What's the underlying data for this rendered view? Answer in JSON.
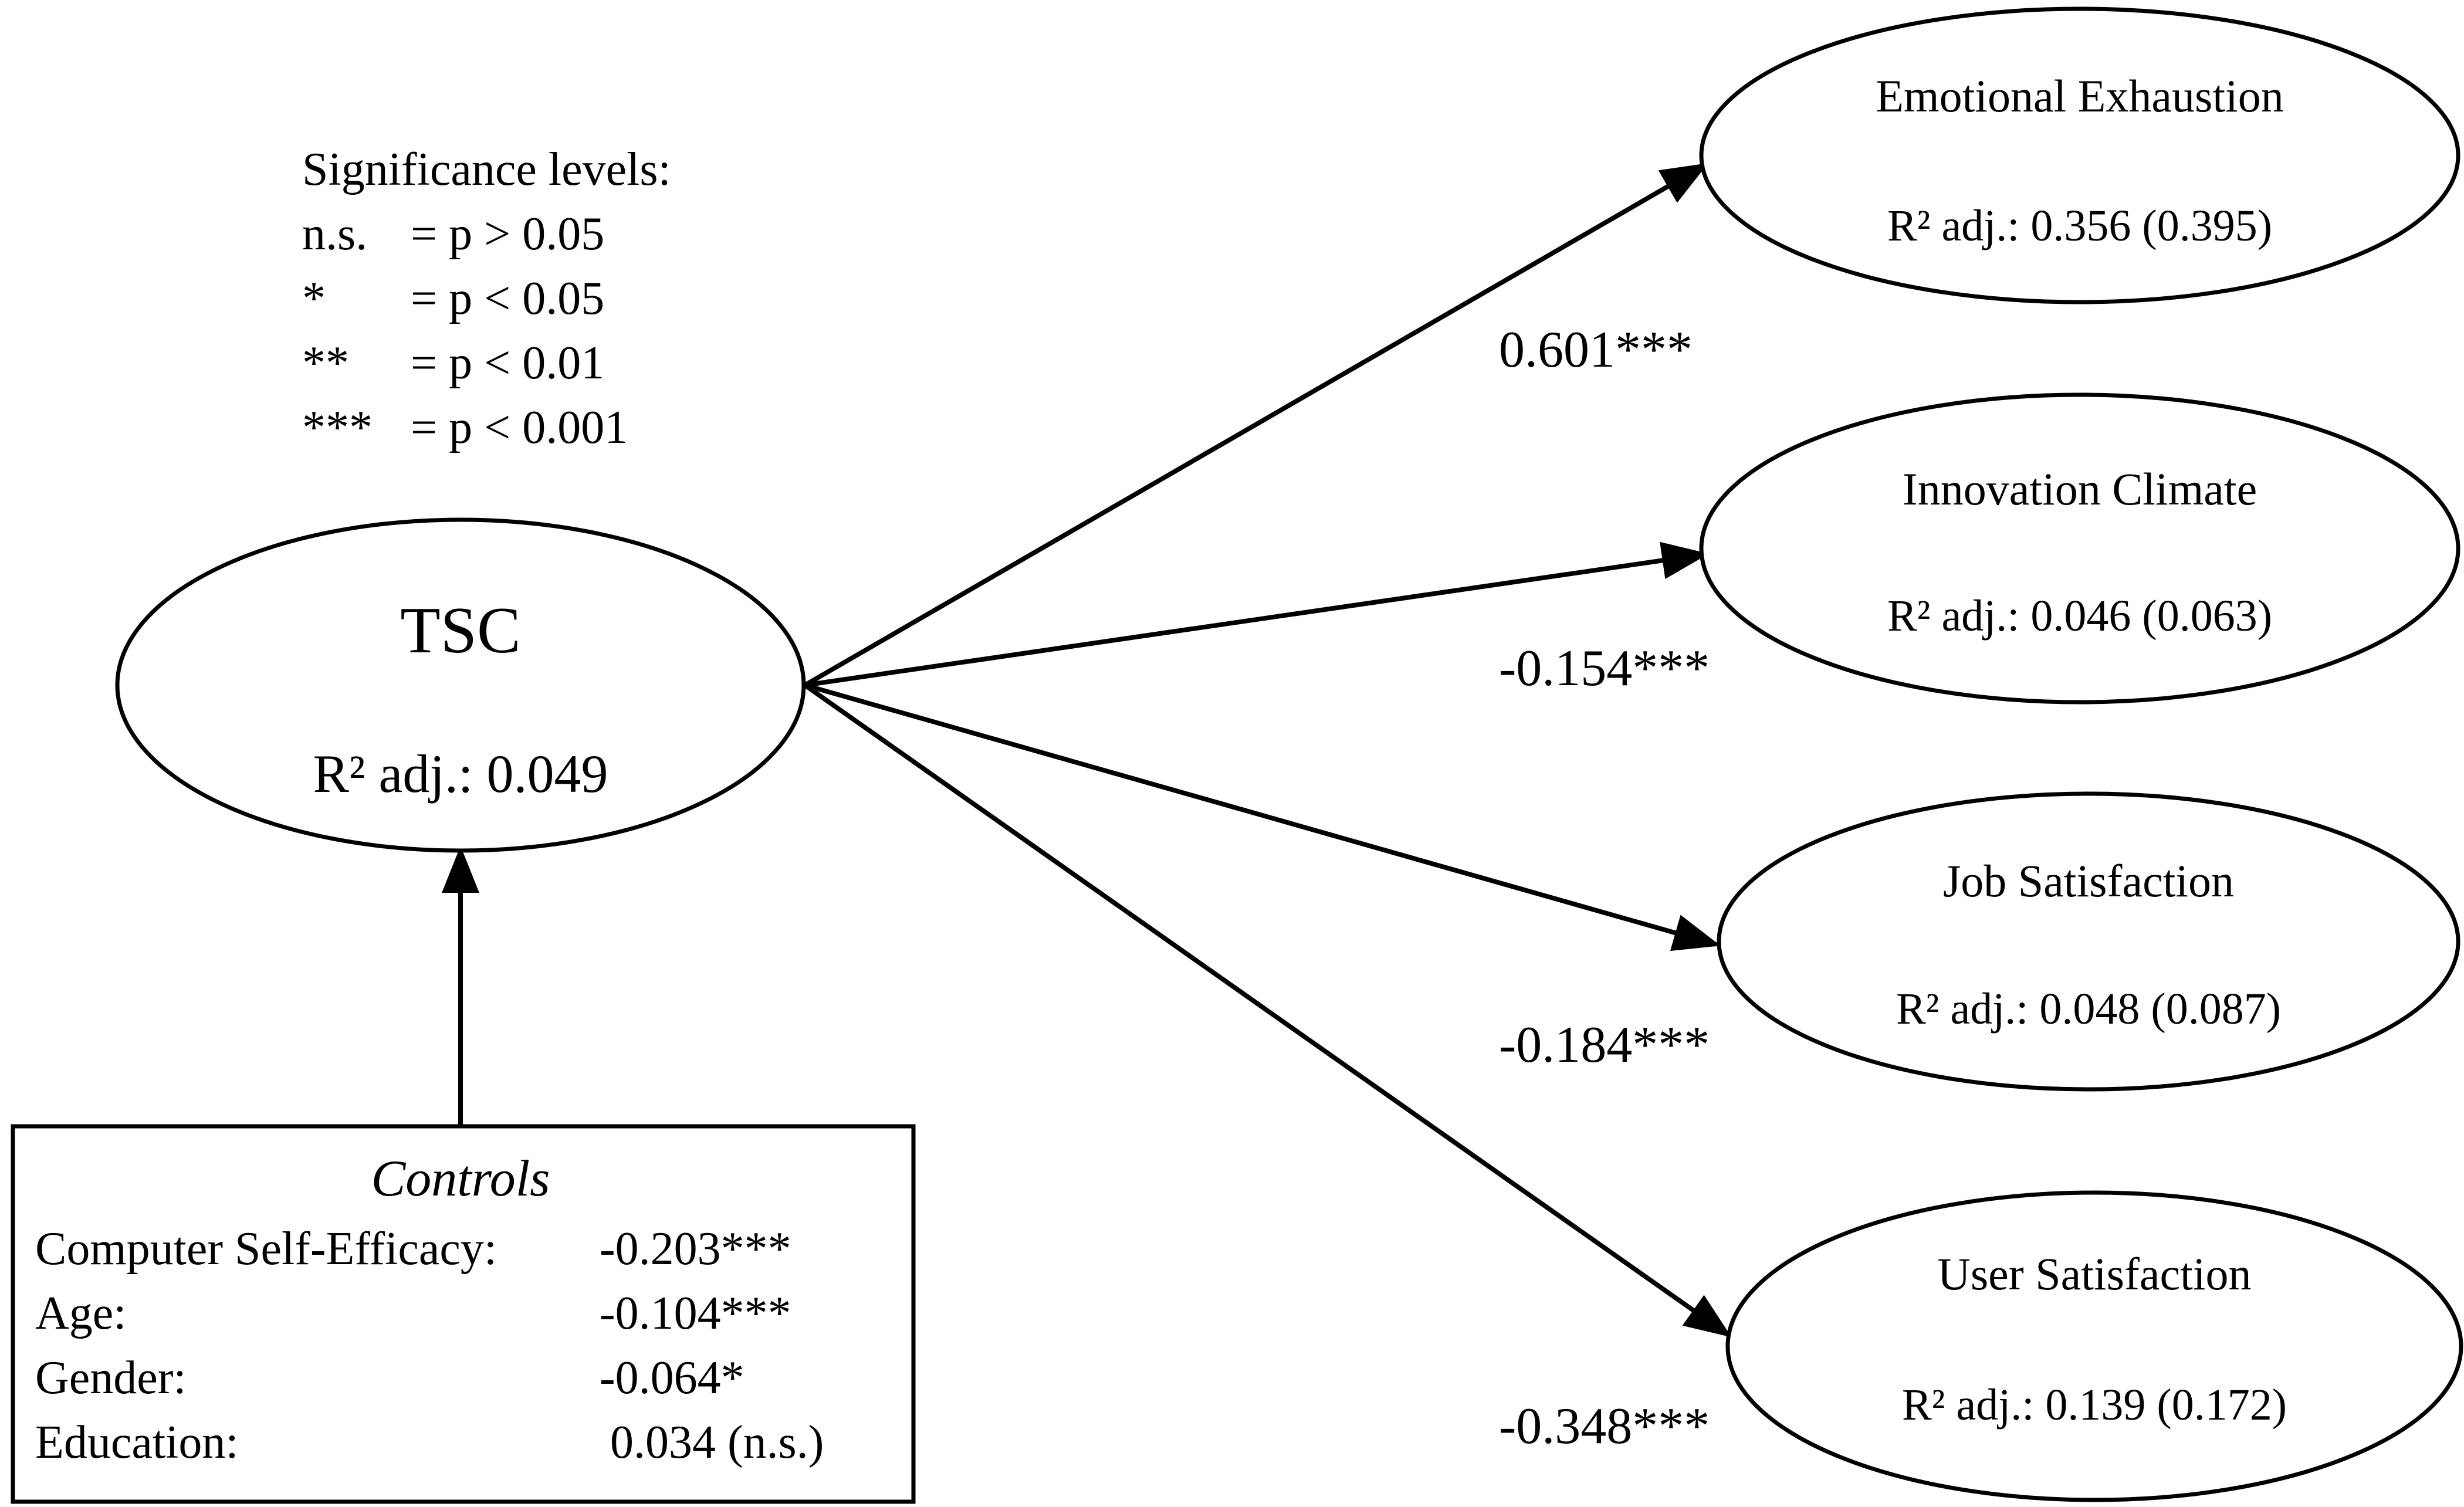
{
  "significance": {
    "title": "Significance levels:",
    "rows": [
      {
        "symbol": "n.s.",
        "meaning": "= p > 0.05"
      },
      {
        "symbol": "*",
        "meaning": "= p < 0.05"
      },
      {
        "symbol": "**",
        "meaning": "= p < 0.01"
      },
      {
        "symbol": "***",
        "meaning": "= p < 0.001"
      }
    ]
  },
  "tsc": {
    "title": "TSC",
    "r2": "R² adj.: 0.049"
  },
  "outcomes": [
    {
      "title": "Emotional Exhaustion",
      "r2": "R² adj.: 0.356 (0.395)",
      "coef": "0.601***"
    },
    {
      "title": "Innovation Climate",
      "r2": "R² adj.: 0.046 (0.063)",
      "coef": "-0.154***"
    },
    {
      "title": "Job Satisfaction",
      "r2": "R² adj.: 0.048 (0.087)",
      "coef": "-0.184***"
    },
    {
      "title": "User Satisfaction",
      "r2": "R² adj.: 0.139 (0.172)",
      "coef": "-0.348***"
    }
  ],
  "controls": {
    "title": "Controls",
    "rows": [
      {
        "label": "Computer Self-Efficacy:",
        "value": "-0.203***"
      },
      {
        "label": "Age:",
        "value": "-0.104***"
      },
      {
        "label": "Gender:",
        "value": "-0.064*"
      },
      {
        "label": "Education:",
        "value": " 0.034 (n.s.)"
      }
    ]
  }
}
